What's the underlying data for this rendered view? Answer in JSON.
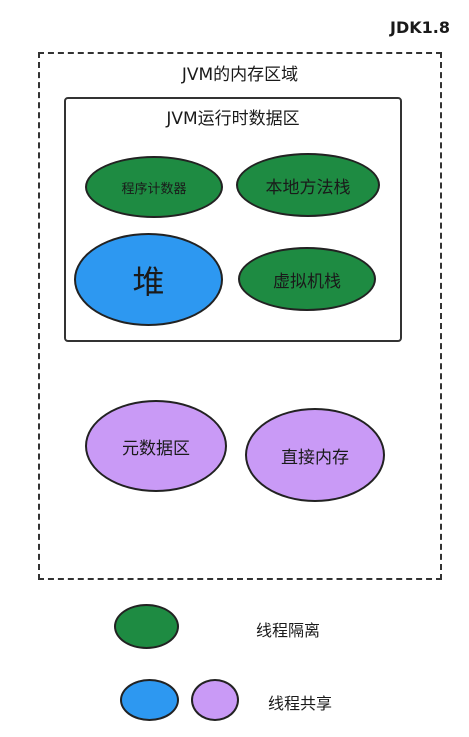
{
  "version_label": "JDK1.8",
  "jvm_memory_area": {
    "title": "JVM的内存区域",
    "runtime_data_area": {
      "title": "JVM运行时数据区",
      "regions": {
        "program_counter": "程序计数器",
        "native_method_stack": "本地方法栈",
        "heap": "堆",
        "vm_stack": "虚拟机栈"
      }
    },
    "outside_regions": {
      "metaspace": "元数据区",
      "direct_memory": "直接内存"
    }
  },
  "legend": [
    {
      "label": "线程隔离",
      "colors": [
        "#1e8b42"
      ]
    },
    {
      "label": "线程共享",
      "colors": [
        "#2d98f1",
        "#c99af6"
      ]
    }
  ],
  "colors": {
    "thread_isolated": "#1e8b42",
    "thread_shared_heap": "#2d98f1",
    "thread_shared_other": "#c99af6"
  }
}
